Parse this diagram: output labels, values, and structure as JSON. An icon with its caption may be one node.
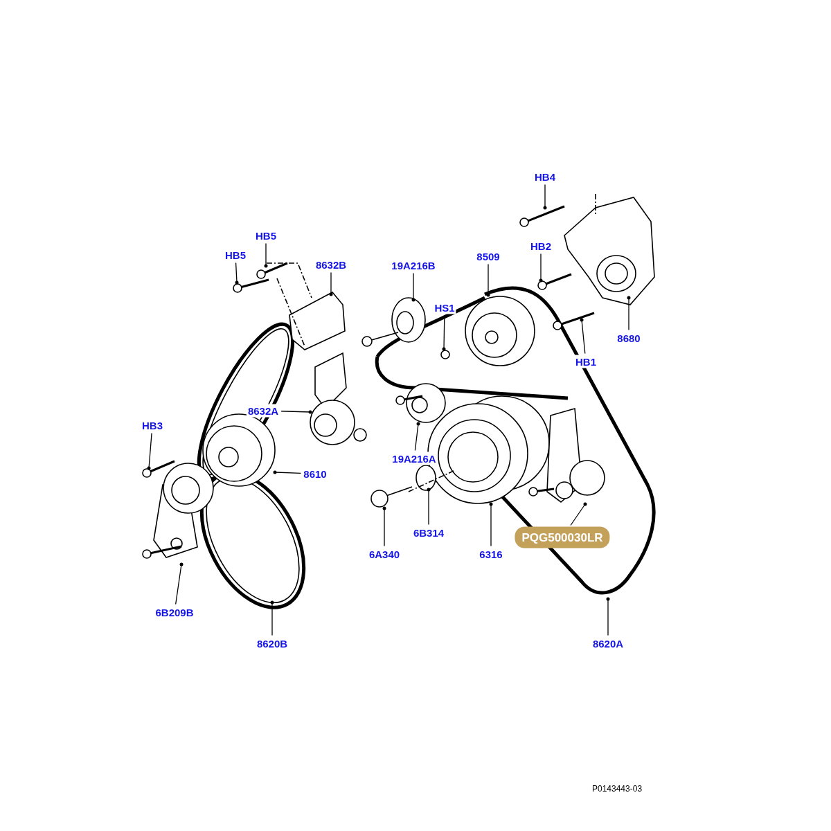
{
  "diagram": {
    "nodes": [
      {
        "text": [
          "HB4"
        ]
      },
      {
        "text": [
          "HB5"
        ]
      },
      {
        "text": [
          "HB5"
        ]
      },
      {
        "text": [
          "8632B"
        ]
      },
      {
        "text": [
          "19A216B"
        ]
      },
      {
        "text": [
          "8509"
        ]
      },
      {
        "text": [
          "HB2"
        ]
      },
      {
        "text": [
          "HS1"
        ]
      },
      {
        "text": [
          "8680"
        ]
      },
      {
        "text": [
          "HB1"
        ]
      },
      {
        "text": [
          "HB3"
        ]
      },
      {
        "text": [
          "8632A"
        ]
      },
      {
        "text": [
          "8610"
        ]
      },
      {
        "text": [
          "19A216A"
        ]
      },
      {
        "text": [
          "6B314"
        ]
      },
      {
        "text": [
          "6A340"
        ]
      },
      {
        "text": [
          "6316"
        ]
      },
      {
        "text": [
          "PQG500030LR"
        ]
      },
      {
        "text": [
          "6B209B"
        ]
      },
      {
        "text": [
          "8620B"
        ]
      },
      {
        "text": [
          "8620A"
        ]
      }
    ],
    "edges": [
      {
        "from": 0,
        "to": null,
        "arrow": "other"
      },
      {
        "from": 1,
        "to": null,
        "arrow": "other"
      },
      {
        "from": 2,
        "to": null,
        "arrow": "other"
      },
      {
        "from": 3,
        "to": null,
        "arrow": "other"
      },
      {
        "from": 4,
        "to": null,
        "arrow": "other"
      },
      {
        "from": 5,
        "to": null,
        "arrow": "other"
      },
      {
        "from": 6,
        "to": null,
        "arrow": "other"
      },
      {
        "from": 7,
        "to": null,
        "arrow": "other"
      },
      {
        "from": 8,
        "to": null,
        "arrow": "other"
      },
      {
        "from": 9,
        "to": null,
        "arrow": "other"
      },
      {
        "from": 10,
        "to": null,
        "arrow": "other"
      },
      {
        "from": 11,
        "to": null,
        "arrow": "other"
      },
      {
        "from": 12,
        "to": null,
        "arrow": "other"
      },
      {
        "from": 13,
        "to": null,
        "arrow": "other"
      },
      {
        "from": 14,
        "to": null,
        "arrow": "other"
      },
      {
        "from": 15,
        "to": null,
        "arrow": "other"
      },
      {
        "from": 16,
        "to": null,
        "arrow": "other"
      },
      {
        "from": 17,
        "to": null,
        "arrow": "other"
      },
      {
        "from": 18,
        "to": null,
        "arrow": "other"
      },
      {
        "from": 19,
        "to": null,
        "arrow": "other"
      },
      {
        "from": 20,
        "to": null,
        "arrow": "other"
      }
    ],
    "labels": [
      "P0143443-03"
    ]
  }
}
